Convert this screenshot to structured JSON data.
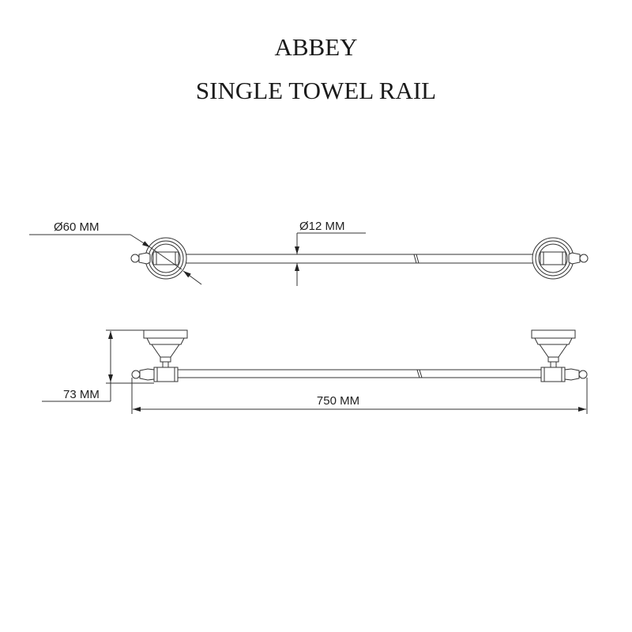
{
  "title": {
    "line1": "ABBEY",
    "line2": "SINGLE TOWEL RAIL"
  },
  "dimensions": {
    "rosette_diameter": "Ø60 MM",
    "rail_diameter": "Ø12 MM",
    "projection": "73 MM",
    "length": "750 MM"
  },
  "colors": {
    "line": "#333333",
    "background": "#ffffff"
  }
}
